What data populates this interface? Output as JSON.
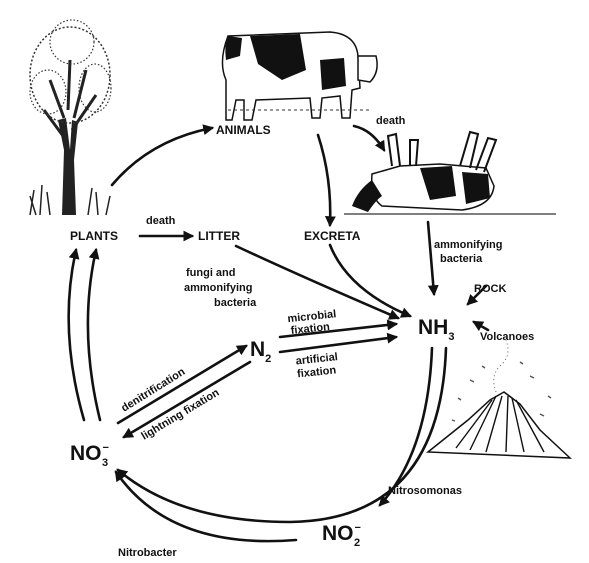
{
  "nodes": {
    "animals": "ANIMALS",
    "plants": "PLANTS",
    "litter": "LITTER",
    "excreta": "EXCRETA",
    "nh3_main": "NH",
    "nh3_sub": "3",
    "n2_main": "N",
    "n2_sub": "2",
    "no3_main": "NO",
    "no3_sub": "3",
    "no3_sup": "−",
    "no2_main": "NO",
    "no2_sub": "2",
    "no2_sup": "−",
    "rock": "ROCK",
    "volcanoes": "Volcanoes"
  },
  "labels": {
    "death_top": "death",
    "death_left": "death",
    "ammonifying_1": "ammonifying",
    "ammonifying_2": "bacteria",
    "fungi_1": "fungi and",
    "fungi_2": "ammonifying",
    "fungi_3": "bacteria",
    "microbial_1": "microbial",
    "microbial_2": "fixation",
    "artificial_1": "artificial",
    "artificial_2": "fixation",
    "denitrification": "denitrification",
    "lightning": "lightning fixation",
    "nitrosomonas": "Nitrosomonas",
    "nitrobacter": "Nitrobacter"
  },
  "illustrations": {
    "tree": "tree-illustration",
    "cow_standing": "cow-standing-illustration",
    "cow_dead": "dead-cow-illustration",
    "volcano": "volcano-illustration"
  }
}
